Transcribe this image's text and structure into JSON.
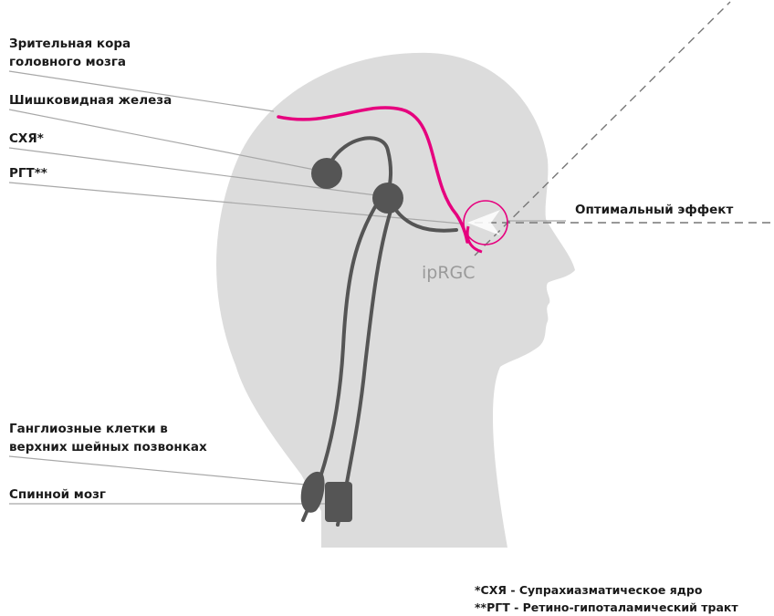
{
  "labels": {
    "visual_cortex_1": "Зрительная кора",
    "visual_cortex_2": "головного мозга",
    "pineal_gland": "Шишковидная железа",
    "scn": "СХЯ*",
    "rht": "РГТ**",
    "ganglion_1": "Ганглиозные клетки в",
    "ganglion_2": "верхних шейных позвонках",
    "spinal_cord": "Спинной мозг",
    "optimal_effect": "Оптимальный эффект",
    "iprgc": "ipRGC"
  },
  "footnotes": {
    "scn": "*СХЯ - Супрахиазматическое ядро",
    "rht": "**РГТ - Ретино-гипоталамический тракт"
  },
  "colors": {
    "head": "#dcdcdc",
    "nerve": "#555555",
    "accent": "#e6007e",
    "leader": "#a8a8a8",
    "ray": "#777777"
  }
}
